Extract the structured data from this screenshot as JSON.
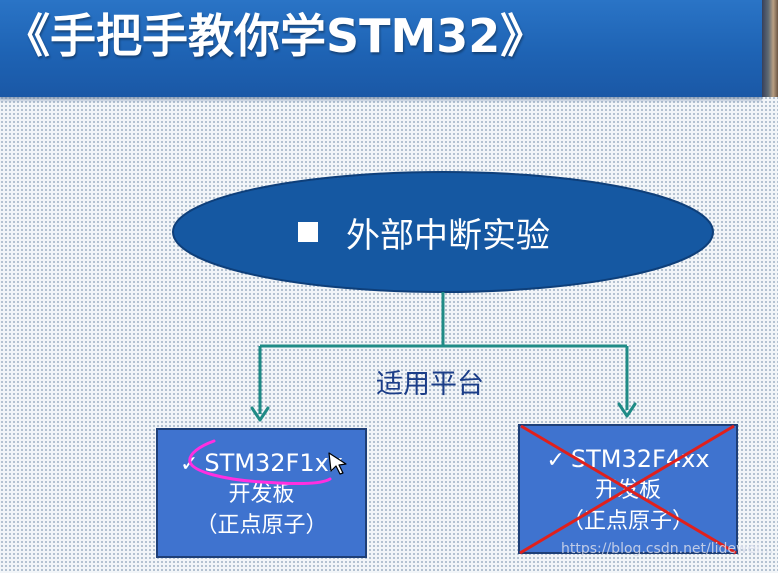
{
  "slide": {
    "title": "《手把手教你学STM32》",
    "topic": "外部中断实验",
    "platform_label": "适用平台"
  },
  "boards": [
    {
      "check": "✓",
      "model": "STM32F1xx",
      "type": "开发板",
      "vendor": "（正点原子）",
      "status": "supported"
    },
    {
      "check": "✓",
      "model": "STM32F4xx",
      "type": "开发板",
      "vendor": "（正点原子）",
      "status": "crossed-out"
    }
  ],
  "annotations": {
    "highlight_color": "#ff2fe0",
    "cross_color": "#e0201c"
  },
  "colors": {
    "title_bar": "#1e63b4",
    "ellipse_fill": "#1558a2",
    "connector": "#1f8b86",
    "box_fill": "#3f73cf",
    "platform_text": "#1a3d88"
  },
  "watermark": "https://blog.csdn.net/lidewei..."
}
